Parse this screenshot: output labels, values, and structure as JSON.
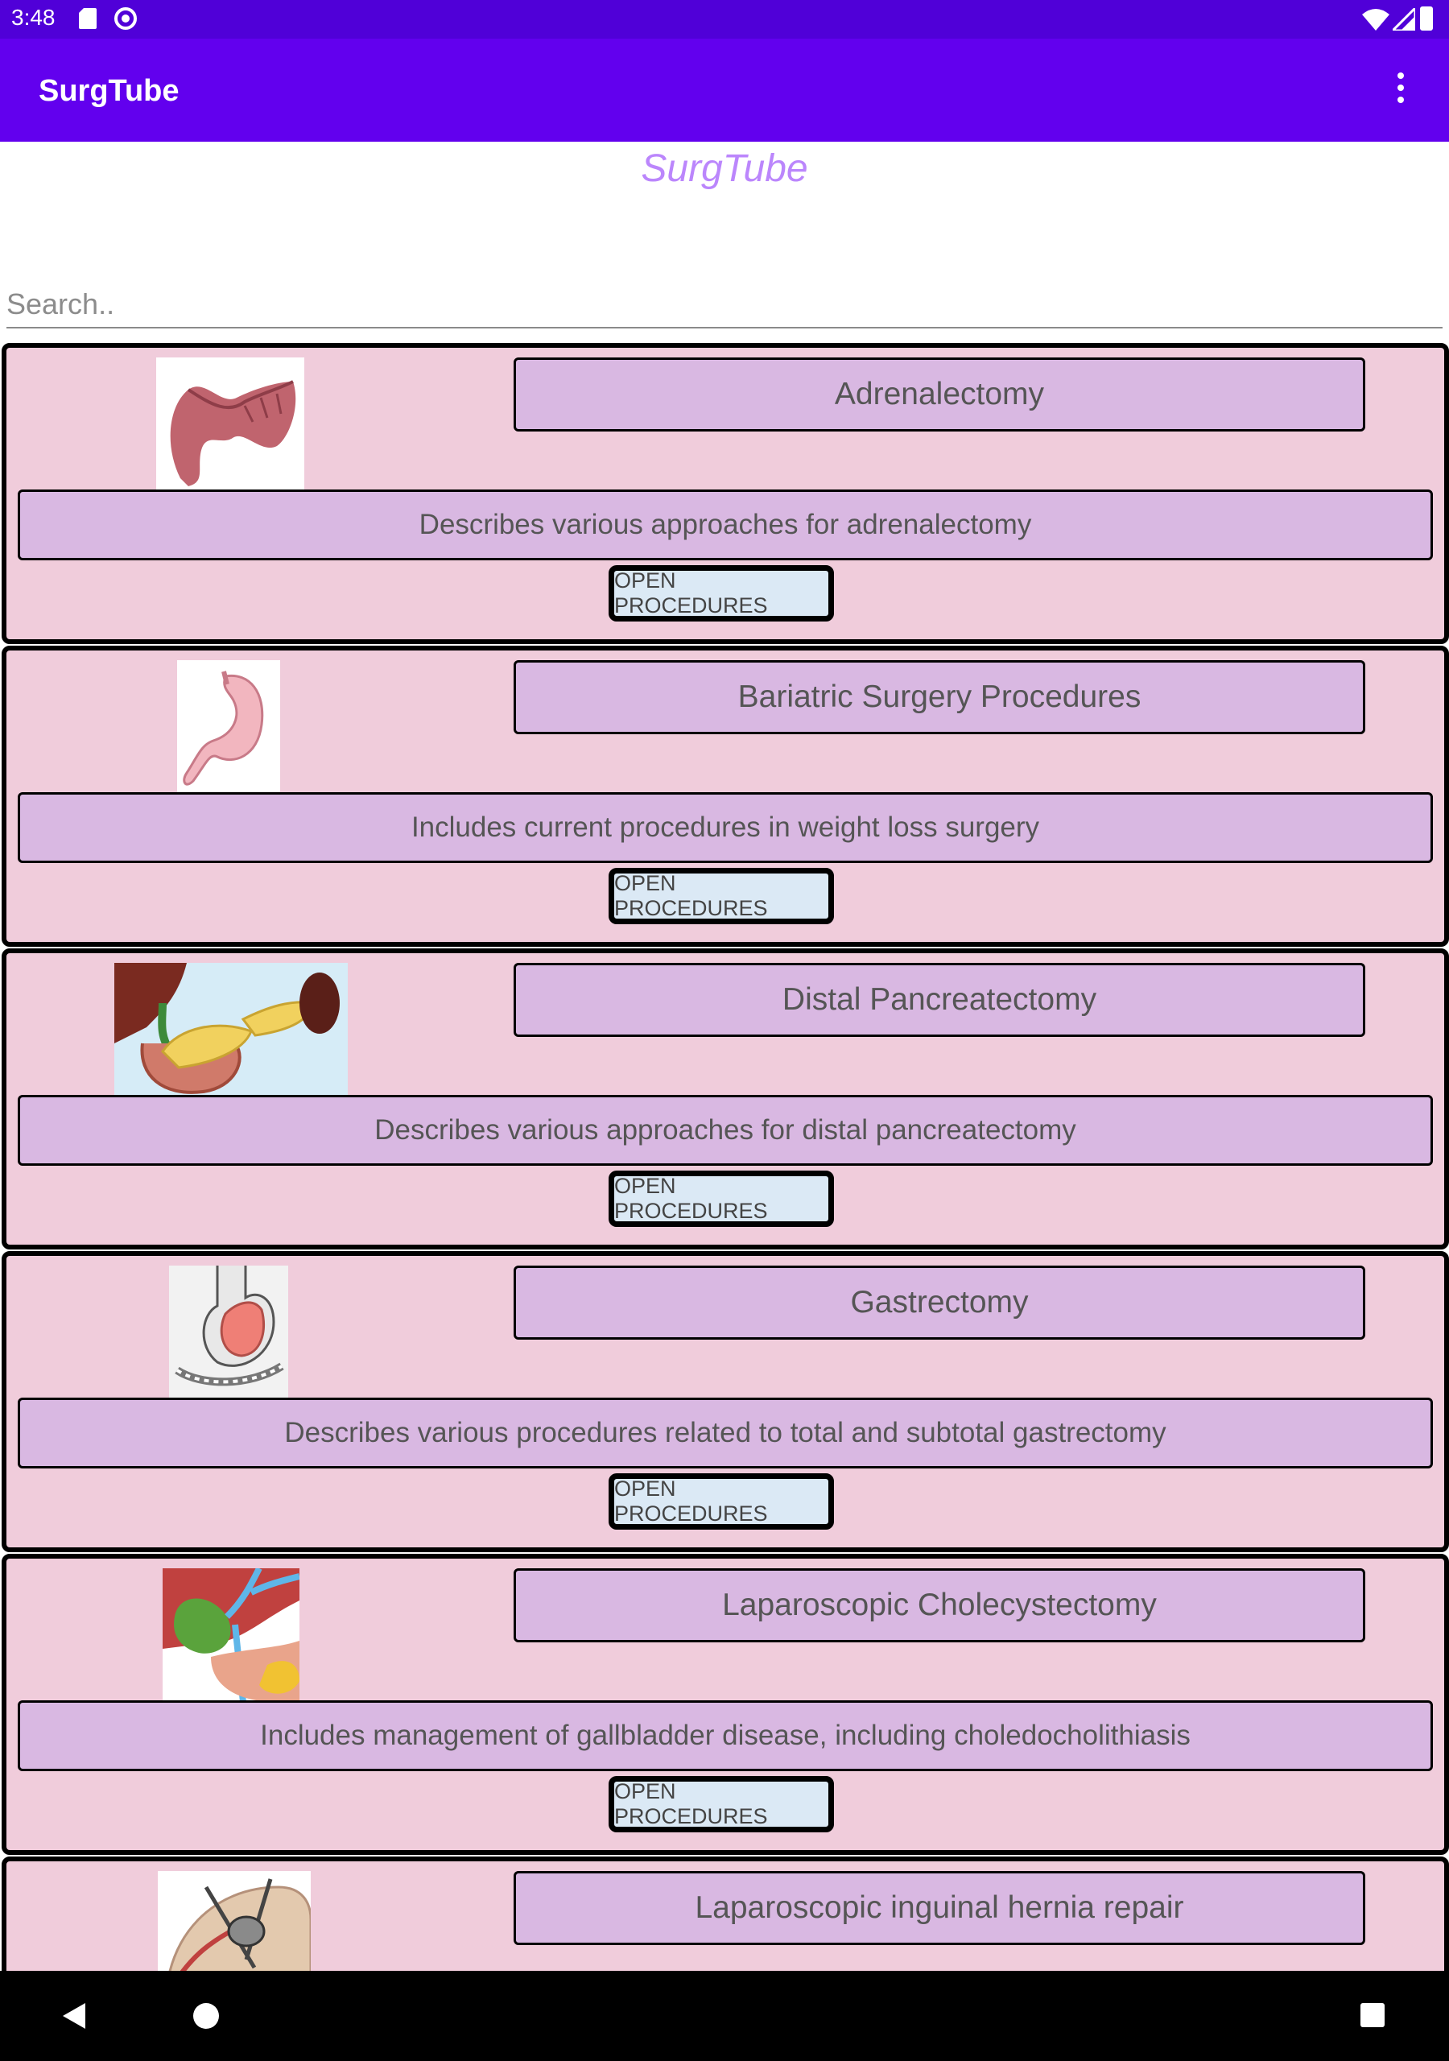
{
  "status_bar": {
    "time": "3:48"
  },
  "app_bar": {
    "title": "SurgTube"
  },
  "heading": "SurgTube",
  "search": {
    "placeholder": "Search..",
    "value": ""
  },
  "button_label": "OPEN PROCEDURES",
  "cards": [
    {
      "title": "Adrenalectomy",
      "description": "Describes various approaches for adrenalectomy",
      "image": "colon-illustration"
    },
    {
      "title": "Bariatric Surgery Procedures",
      "description": "Includes current procedures in weight loss surgery",
      "image": "stomach-illustration"
    },
    {
      "title": "Distal Pancreatectomy",
      "description": "Describes various approaches for distal pancreatectomy",
      "image": "pancreas-illustration"
    },
    {
      "title": "Gastrectomy",
      "description": "Describes various procedures related to total and subtotal gastrectomy",
      "image": "stomach-anatomy-illustration"
    },
    {
      "title": "Laparoscopic Cholecystectomy",
      "description": "Includes management of gallbladder disease, including choledocholithiasis",
      "image": "gallbladder-illustration"
    },
    {
      "title": "Laparoscopic inguinal hernia repair",
      "description": "",
      "image": "hernia-repair-illustration"
    }
  ],
  "colors": {
    "status_bar": "#5000d8",
    "app_bar": "#6200ee",
    "heading": "#bb86fc",
    "card_bg": "#f0ccdb",
    "box_bg": "#d9b8e2",
    "button_bg": "#dbe9f5"
  }
}
